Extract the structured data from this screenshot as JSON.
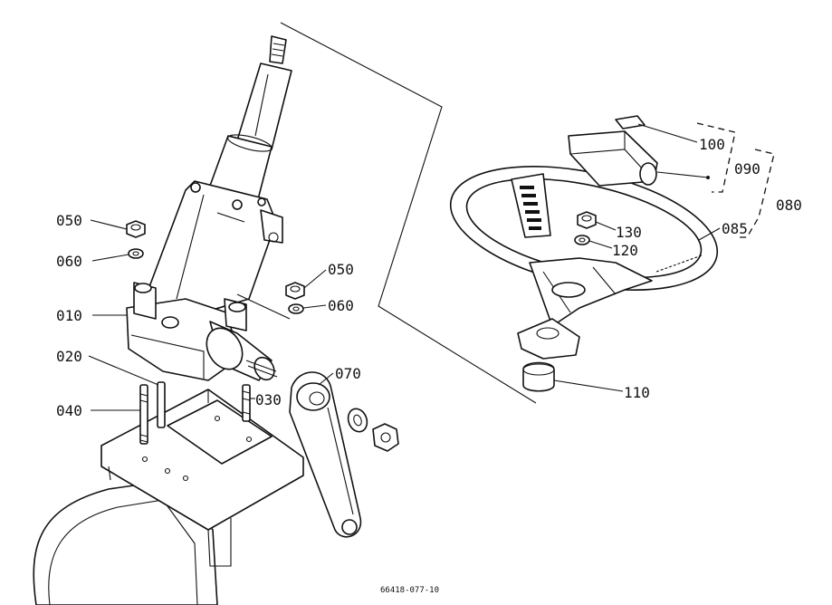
{
  "diagram_code": "66418-077-10",
  "callouts": [
    {
      "id": "p100",
      "label": "100"
    },
    {
      "id": "p090",
      "label": "090"
    },
    {
      "id": "p080",
      "label": "080"
    },
    {
      "id": "p130",
      "label": "130"
    },
    {
      "id": "p085",
      "label": "085"
    },
    {
      "id": "p120",
      "label": "120"
    },
    {
      "id": "p110",
      "label": "110"
    },
    {
      "id": "p050a",
      "label": "050"
    },
    {
      "id": "p060a",
      "label": "060"
    },
    {
      "id": "p050b",
      "label": "050"
    },
    {
      "id": "p060b",
      "label": "060"
    },
    {
      "id": "p010",
      "label": "010"
    },
    {
      "id": "p020",
      "label": "020"
    },
    {
      "id": "p070",
      "label": "070"
    },
    {
      "id": "p030",
      "label": "030"
    },
    {
      "id": "p040",
      "label": "040"
    }
  ]
}
